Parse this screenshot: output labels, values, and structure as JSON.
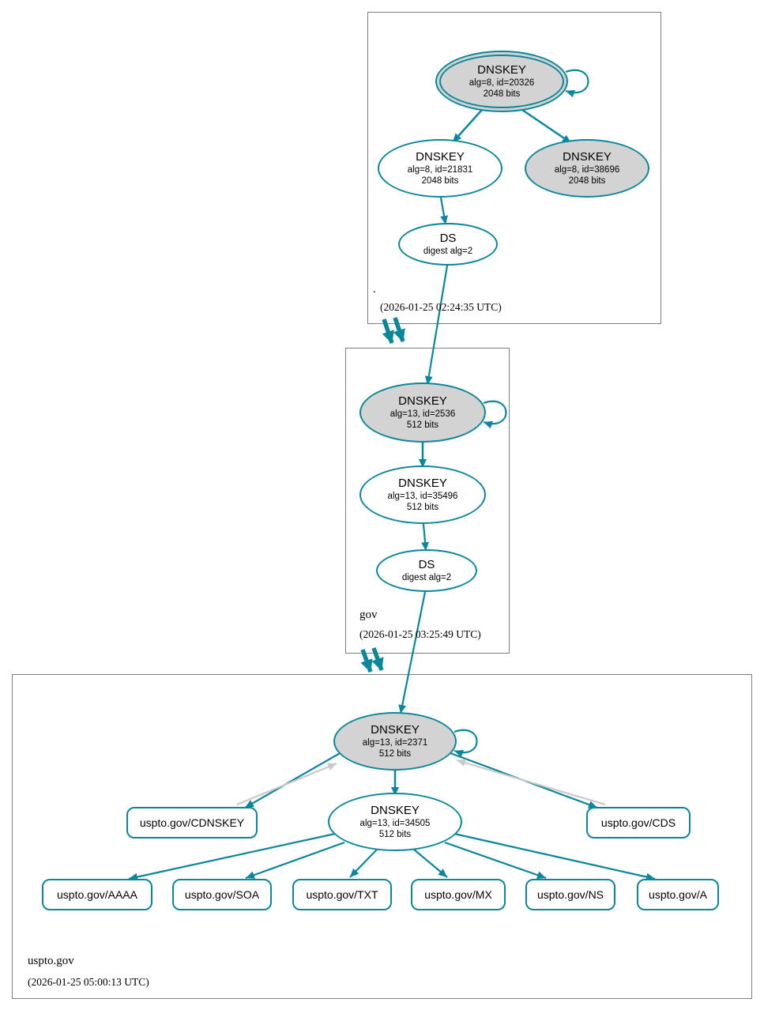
{
  "colors": {
    "secure_edge": "#0a879a",
    "peripheral_edge": "#c9c9c9",
    "ksk_fill": "#d3d3d3",
    "node_fill": "#ffffff",
    "zone_border": "#7d7d7d"
  },
  "zones": {
    "root": {
      "name": ".",
      "timestamp": "(2026-01-25 02:24:35 UTC)",
      "ksk": {
        "title": "DNSKEY",
        "alg": "alg=8, id=20326",
        "bits": "2048 bits"
      },
      "zsk": {
        "title": "DNSKEY",
        "alg": "alg=8, id=21831",
        "bits": "2048 bits"
      },
      "ksk2": {
        "title": "DNSKEY",
        "alg": "alg=8, id=38696",
        "bits": "2048 bits"
      },
      "ds": {
        "title": "DS",
        "detail": "digest alg=2"
      }
    },
    "gov": {
      "name": "gov",
      "timestamp": "(2026-01-25 03:25:49 UTC)",
      "ksk": {
        "title": "DNSKEY",
        "alg": "alg=13, id=2536",
        "bits": "512 bits"
      },
      "zsk": {
        "title": "DNSKEY",
        "alg": "alg=13, id=35496",
        "bits": "512 bits"
      },
      "ds": {
        "title": "DS",
        "detail": "digest alg=2"
      }
    },
    "uspto": {
      "name": "uspto.gov",
      "timestamp": "(2026-01-25 05:00:13 UTC)",
      "ksk": {
        "title": "DNSKEY",
        "alg": "alg=13, id=2371",
        "bits": "512 bits"
      },
      "zsk": {
        "title": "DNSKEY",
        "alg": "alg=13, id=34505",
        "bits": "512 bits"
      },
      "cdnskey": "uspto.gov/CDNSKEY",
      "cds": "uspto.gov/CDS",
      "rrsets": [
        "uspto.gov/AAAA",
        "uspto.gov/SOA",
        "uspto.gov/TXT",
        "uspto.gov/MX",
        "uspto.gov/NS",
        "uspto.gov/A"
      ]
    }
  }
}
